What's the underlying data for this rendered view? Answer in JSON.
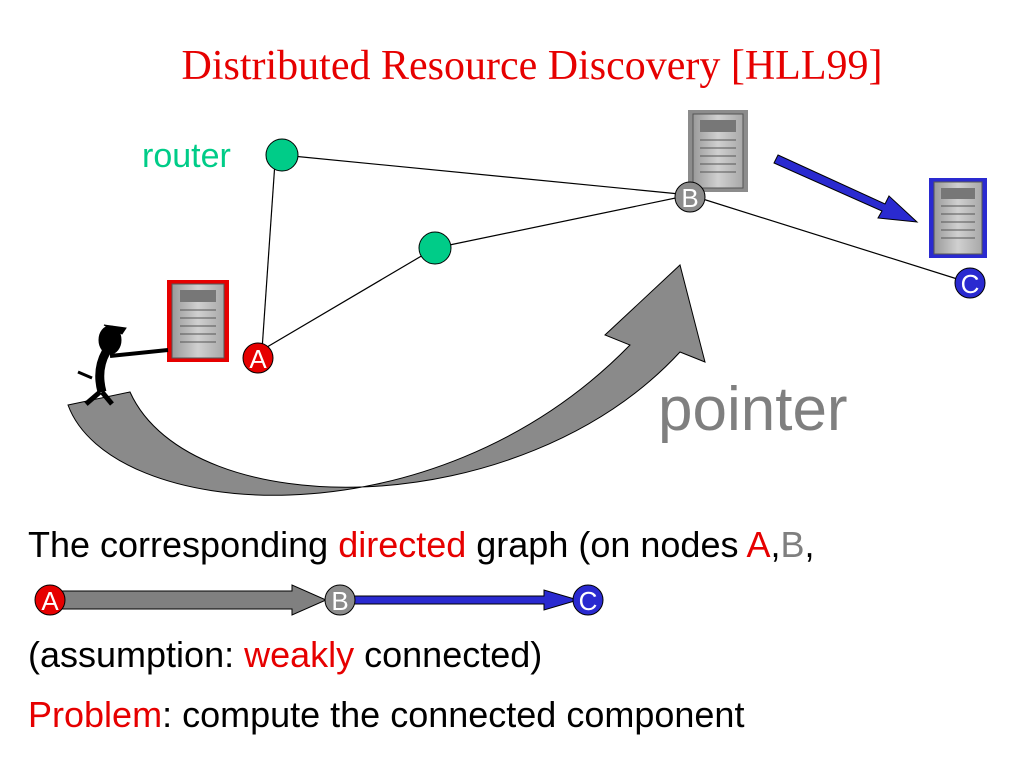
{
  "slide": {
    "title": "Distributed Resource Discovery [HLL99]"
  },
  "diagram": {
    "router_label": "router",
    "pointer_label": "pointer",
    "nodes": {
      "a": "A",
      "b": "B",
      "c": "C"
    }
  },
  "text": {
    "line1": {
      "p1": "The corresponding ",
      "p2": "directed",
      "p3": " graph (on nodes ",
      "p4": "A",
      "p5": ",",
      "p6": "B",
      "p7": ","
    },
    "line2": {
      "p1": "(assumption: ",
      "p2": "weakly",
      "p3": " connected)"
    },
    "line3": {
      "p1": "Problem",
      "p2": ": compute the connected component"
    }
  },
  "graph_nodes": {
    "a": "A",
    "b": "B",
    "c": "C"
  },
  "colors": {
    "title": "#e60000",
    "router": "#00cc88",
    "node_a": "#e60000",
    "node_b": "#8c8c8c",
    "node_c": "#2a2ad0",
    "pointer_arrow": "#808080"
  }
}
